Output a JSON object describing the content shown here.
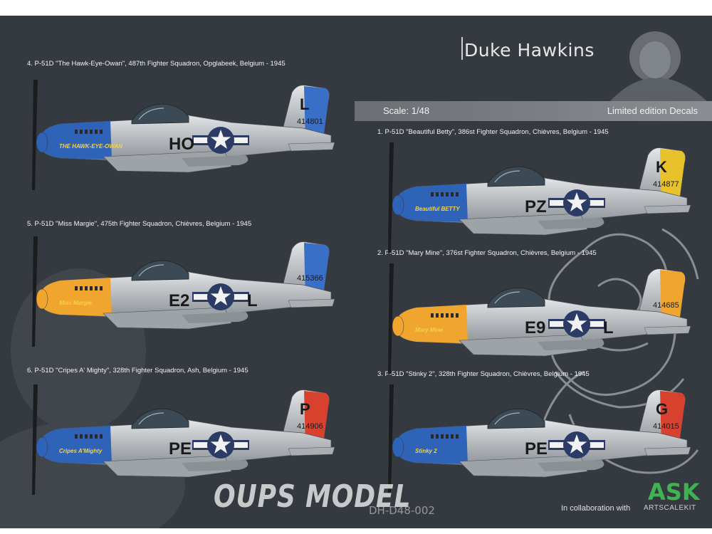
{
  "header": {
    "brand": "Duke Hawkins",
    "scale": "Scale: 1/48",
    "edition": "Limited edition Decals"
  },
  "aircraft": [
    {
      "caption": "4. P-51D \"The Hawk-Eye-Owan\", 487th Fighter Squadron, Opglabeek, Belgium - 1945",
      "code_left": "HO",
      "code_right": "",
      "tail_letter": "L",
      "serial": "414801",
      "nose_art": "THE HAWK-EYE-OWAN",
      "nose_color": "#2f63b8",
      "tail_color": "#3a6fc8"
    },
    {
      "caption": "5. P-51D \"Miss Margie\", 475th Fighter Squadron, Chièvres, Belgium - 1945",
      "code_left": "E2",
      "code_right": "L",
      "tail_letter": "",
      "serial": "415366",
      "nose_art": "Miss Margie",
      "nose_color": "#f0a52e",
      "tail_color": "#3a6fc8"
    },
    {
      "caption": "6. P-51D \"Cripes A' Mighty\", 328th Fighter Squadron, Ash, Belgium - 1945",
      "code_left": "PE",
      "code_right": "",
      "tail_letter": "P",
      "serial": "414906",
      "nose_art": "Cripes A'Mighty",
      "nose_color": "#2f63b8",
      "tail_color": "#d9412f"
    },
    {
      "caption": "1. P-51D \"Beautiful Betty\", 386st Fighter Squadron, Chièvres, Belgium - 1945",
      "code_left": "PZ",
      "code_right": "",
      "tail_letter": "K",
      "serial": "414877",
      "nose_art": "Beautiful BETTY",
      "nose_color": "#2f63b8",
      "tail_color": "#e8c22a"
    },
    {
      "caption": "2. P-51D \"Mary Mine\", 376st Fighter Squadron, Chièvres, Belgium - 1945",
      "code_left": "E9",
      "code_right": "L",
      "tail_letter": "",
      "serial": "414685",
      "nose_art": "Mary Mine",
      "nose_color": "#f0a52e",
      "tail_color": "#f0a52e"
    },
    {
      "caption": "3. P-51D \"Stinky 2\", 328th Fighter Squadron, Chièvres, Belgium - 1945",
      "code_left": "PE",
      "code_right": "",
      "tail_letter": "G",
      "serial": "414015",
      "nose_art": "Stinky 2",
      "nose_color": "#2f63b8",
      "tail_color": "#d9412f"
    }
  ],
  "footer": {
    "shop": "OUPS MODEL",
    "product_code": "DH-D48-002",
    "collab": "In collaboration with",
    "partner": "ASK",
    "partner_sub": "ARTSCALEKIT"
  }
}
